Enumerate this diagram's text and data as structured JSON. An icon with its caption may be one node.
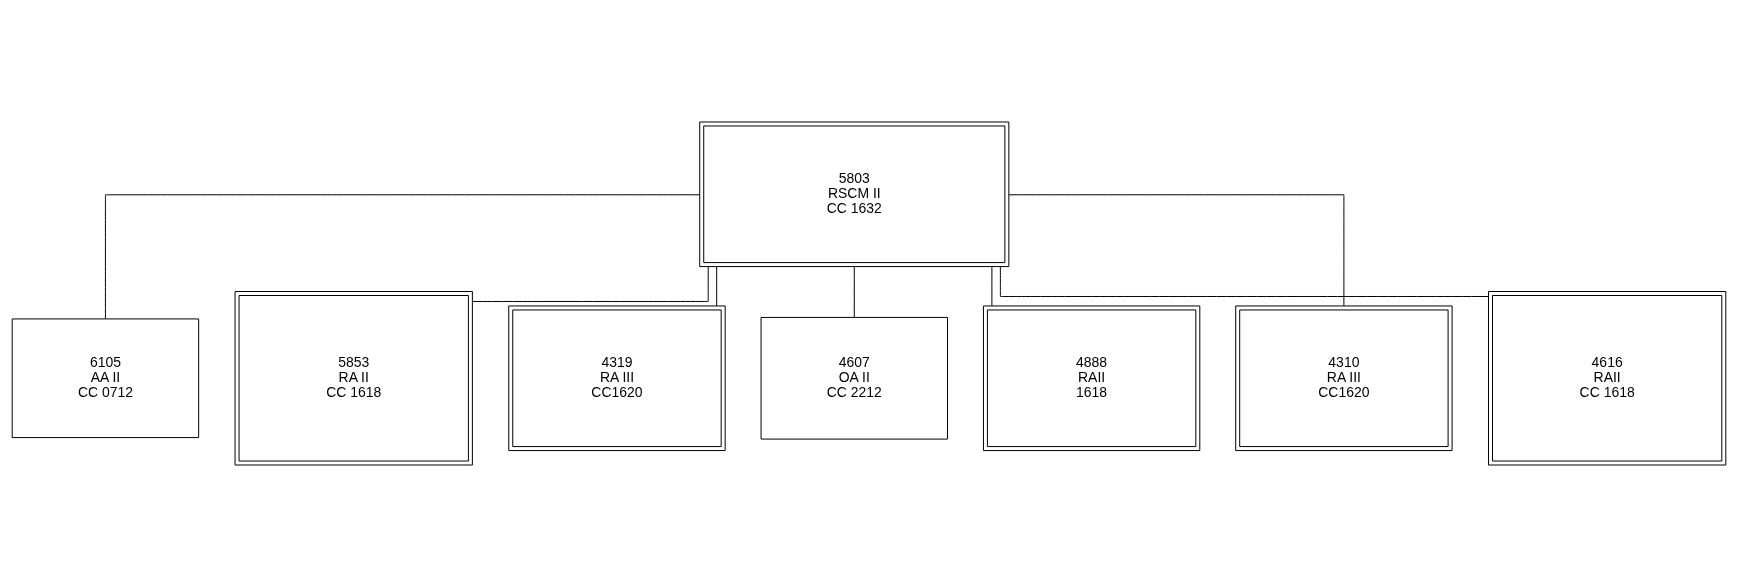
{
  "diagram": {
    "nodes": [
      {
        "text": [
          "5803",
          "RSCM II",
          "CC 1632"
        ]
      },
      {
        "text": [
          "6105",
          "AA II",
          "CC 0712"
        ]
      },
      {
        "text": [
          "5853",
          "RA II",
          "CC 1618"
        ]
      },
      {
        "text": [
          "4319",
          "RA III",
          "CC1620"
        ]
      },
      {
        "text": [
          "4607",
          "OA II",
          "CC 2212"
        ]
      },
      {
        "text": [
          "4888",
          "RAII",
          "1618"
        ]
      },
      {
        "text": [
          "4310",
          "RA III",
          "CC1620"
        ]
      },
      {
        "text": [
          "4616",
          "RAII",
          "CC 1618"
        ]
      }
    ],
    "edges": [
      {
        "from": 0,
        "to": 1,
        "arrow": "none"
      },
      {
        "from": 0,
        "to": 2,
        "arrow": "none"
      },
      {
        "from": 0,
        "to": 3,
        "arrow": "none"
      },
      {
        "from": 0,
        "to": 4,
        "arrow": "none"
      },
      {
        "from": 0,
        "to": 5,
        "arrow": "none"
      },
      {
        "from": 0,
        "to": 6,
        "arrow": "none"
      },
      {
        "from": 0,
        "to": 7,
        "arrow": "none"
      }
    ]
  }
}
